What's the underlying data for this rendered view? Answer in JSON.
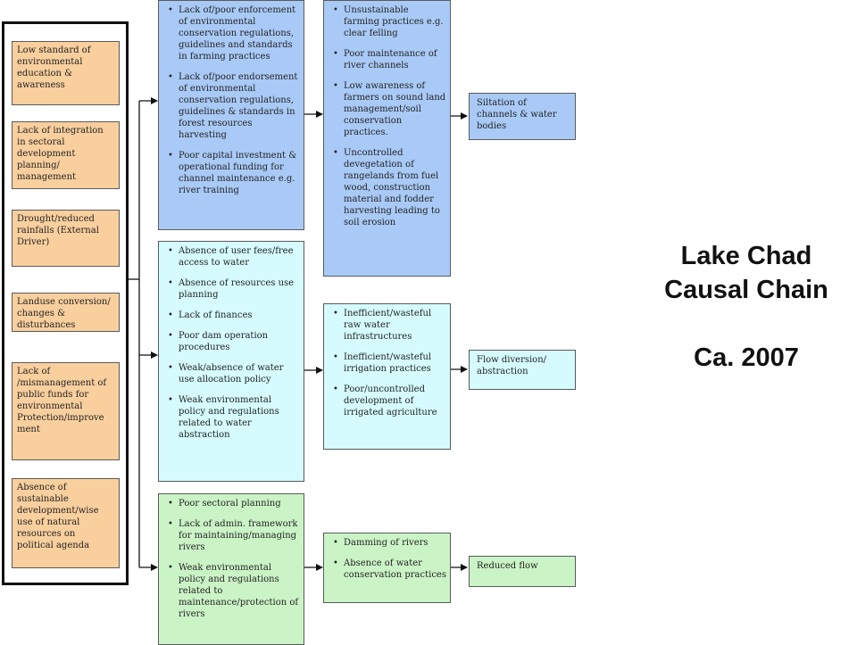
{
  "title": {
    "line1": "Lake Chad",
    "line2": "Causal Chain",
    "line3": "Ca. 2007"
  },
  "root_causes": [
    "Low standard of environmental education & awareness",
    "Lack of integration in sectoral development planning/ management",
    "Drought/reduced rainfalls (External Driver)",
    "Landuse conversion/ changes & disturbances",
    "Lack of /mismanagement of public funds for environmental Protection/improve ment",
    "Absence of sustainable development/wise use of natural resources on political agenda"
  ],
  "underlying_causes": [
    [
      "Lack of/poor enforcement of environmental conservation regulations, guidelines and standards in farming practices",
      "Lack of/poor endorsement of environmental conservation regulations, guidelines & standards in forest resources harvesting",
      "Poor capital investment & operational funding for channel maintenance e.g. river training"
    ],
    [
      "Absence of user fees/free access to water",
      "Absence of resources use planning",
      "Lack of finances",
      "Poor dam operation procedures",
      "Weak/absence of water use allocation policy",
      "Weak environmental policy and regulations related to water abstraction"
    ],
    [
      "Poor sectoral planning",
      "Lack of admin. framework for maintaining/managing rivers",
      "Weak environmental policy and regulations related to maintenance/protection of rivers"
    ]
  ],
  "immediate_causes": [
    [
      "Unsustainable farming practices e.g. clear felling",
      "Poor maintenance of river channels",
      "Low awareness of farmers on sound land management/soil conservation practices.",
      "Uncontrolled devegetation of rangelands from fuel wood, construction material and fodder harvesting leading to soil erosion"
    ],
    [
      "Inefficient/wasteful raw water infrastructures",
      "Inefficient/wasteful irrigation practices",
      "Poor/uncontrolled development of irrigated agriculture"
    ],
    [
      "Damming of rivers",
      "Absence of water conservation practices"
    ]
  ],
  "impacts": [
    "Siltation of channels & water bodies",
    "Flow diversion/ abstraction",
    "Reduced flow"
  ],
  "colors": {
    "root": "#f9cf9e",
    "group1": "#a9caf7",
    "group2": "#d5fbfe",
    "group3": "#cbf4c6",
    "frame": "#111111"
  }
}
